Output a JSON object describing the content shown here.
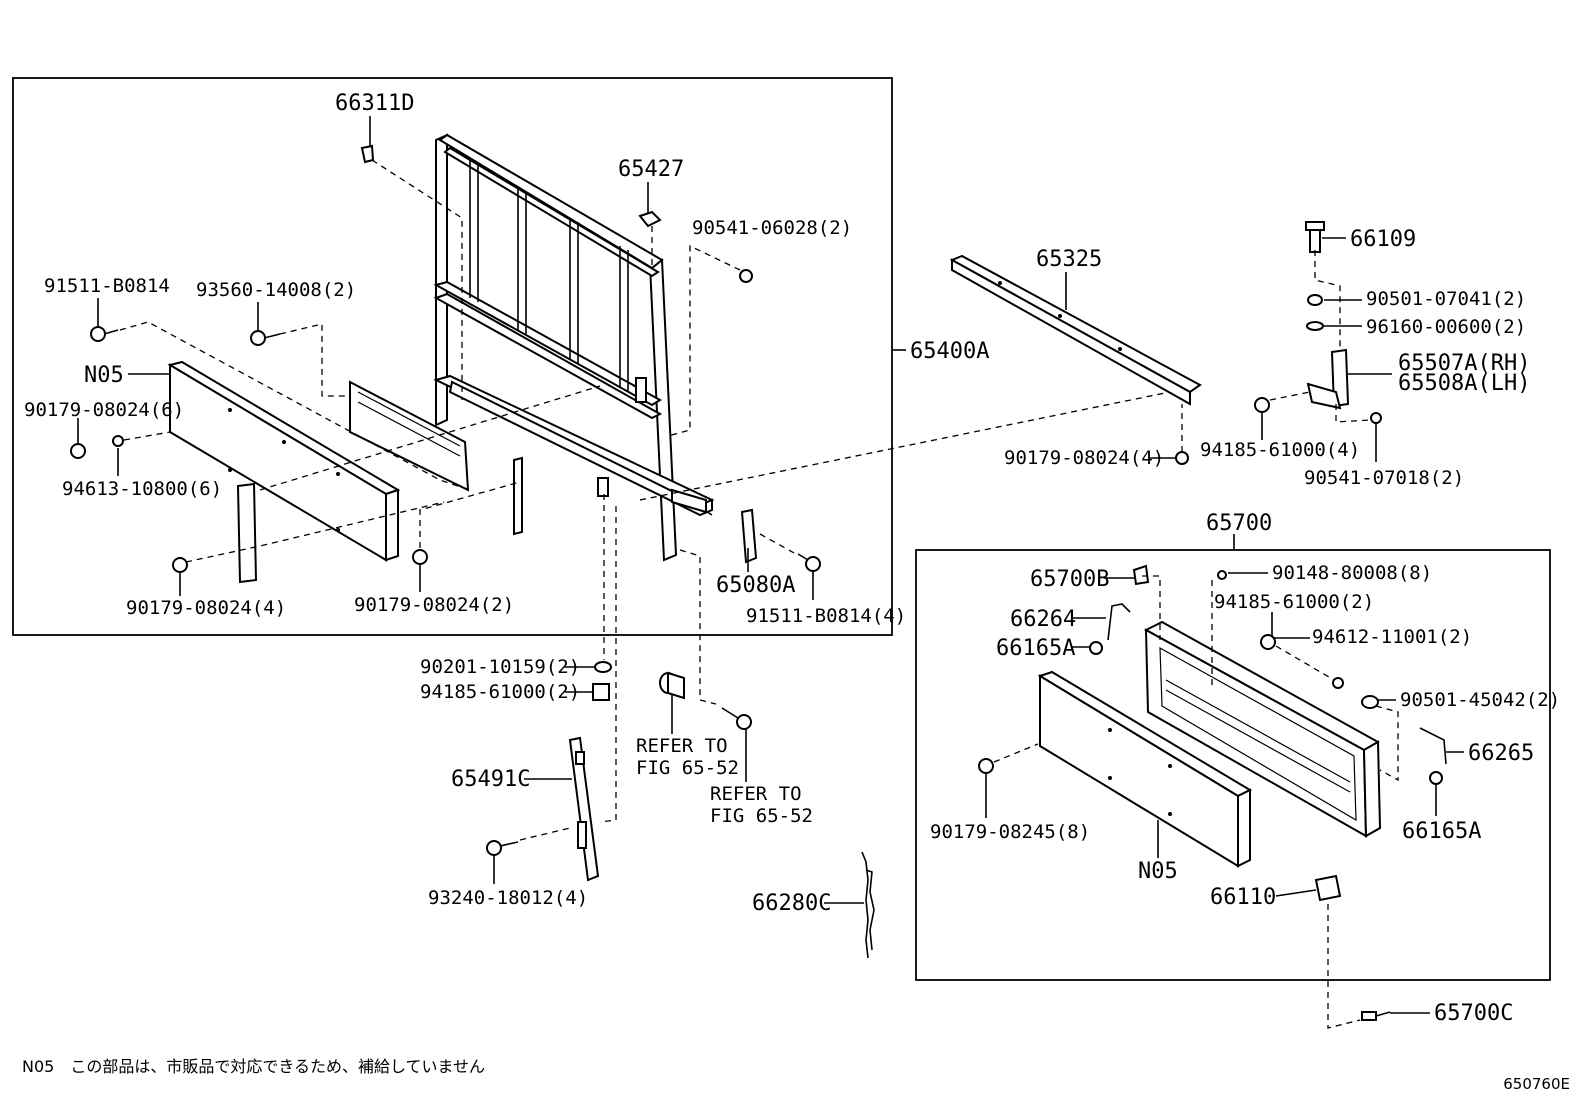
{
  "labels": {
    "p66311D": "66311D",
    "p65427": "65427",
    "p90541_06028": "90541-06028(2)",
    "p91511_B0814": "91511-B0814",
    "p93560_14008": "93560-14008(2)",
    "pN05_left": "N05",
    "p90179_08024_6": "90179-08024(6)",
    "p94613_10800": "94613-10800(6)",
    "p90179_08024_4a": "90179-08024(4)",
    "p90179_08024_2": "90179-08024(2)",
    "p65400A": "65400A",
    "p65080A": "65080A",
    "p91511_B0814_4": "91511-B0814(4)",
    "p65325": "65325",
    "p90179_08024_4b": "90179-08024(4)",
    "p66109": "66109",
    "p90501_07041": "90501-07041(2)",
    "p96160_00600": "96160-00600(2)",
    "p65507A": "65507A(RH)",
    "p65508A": "65508A(LH)",
    "p94185_61000_4": "94185-61000(4)",
    "p90541_07018": "90541-07018(2)",
    "p90201_10159": "90201-10159(2)",
    "p94185_61000_2a": "94185-61000(2)",
    "refer1_a": "REFER TO",
    "refer1_b": "FIG 65-52",
    "refer2_a": "REFER TO",
    "refer2_b": "FIG 65-52",
    "p65491C": "65491C",
    "p93240_18012": "93240-18012(4)",
    "p66280C": "66280C",
    "p65700": "65700",
    "p65700B": "65700B",
    "p90148_80008": "90148-80008(8)",
    "p66264": "66264",
    "p94185_61000_2b": "94185-61000(2)",
    "p66165A_a": "66165A",
    "p94612_11001": "94612-11001(2)",
    "p90501_45042": "90501-45042(2)",
    "p66265": "66265",
    "p90179_08245": "90179-08245(8)",
    "p66165A_b": "66165A",
    "pN05_right": "N05",
    "p66110": "66110",
    "p65700C": "65700C"
  },
  "footnote": "N05　この部品は、市販品で対応できるため、補給していません",
  "figure_code": "650760E"
}
